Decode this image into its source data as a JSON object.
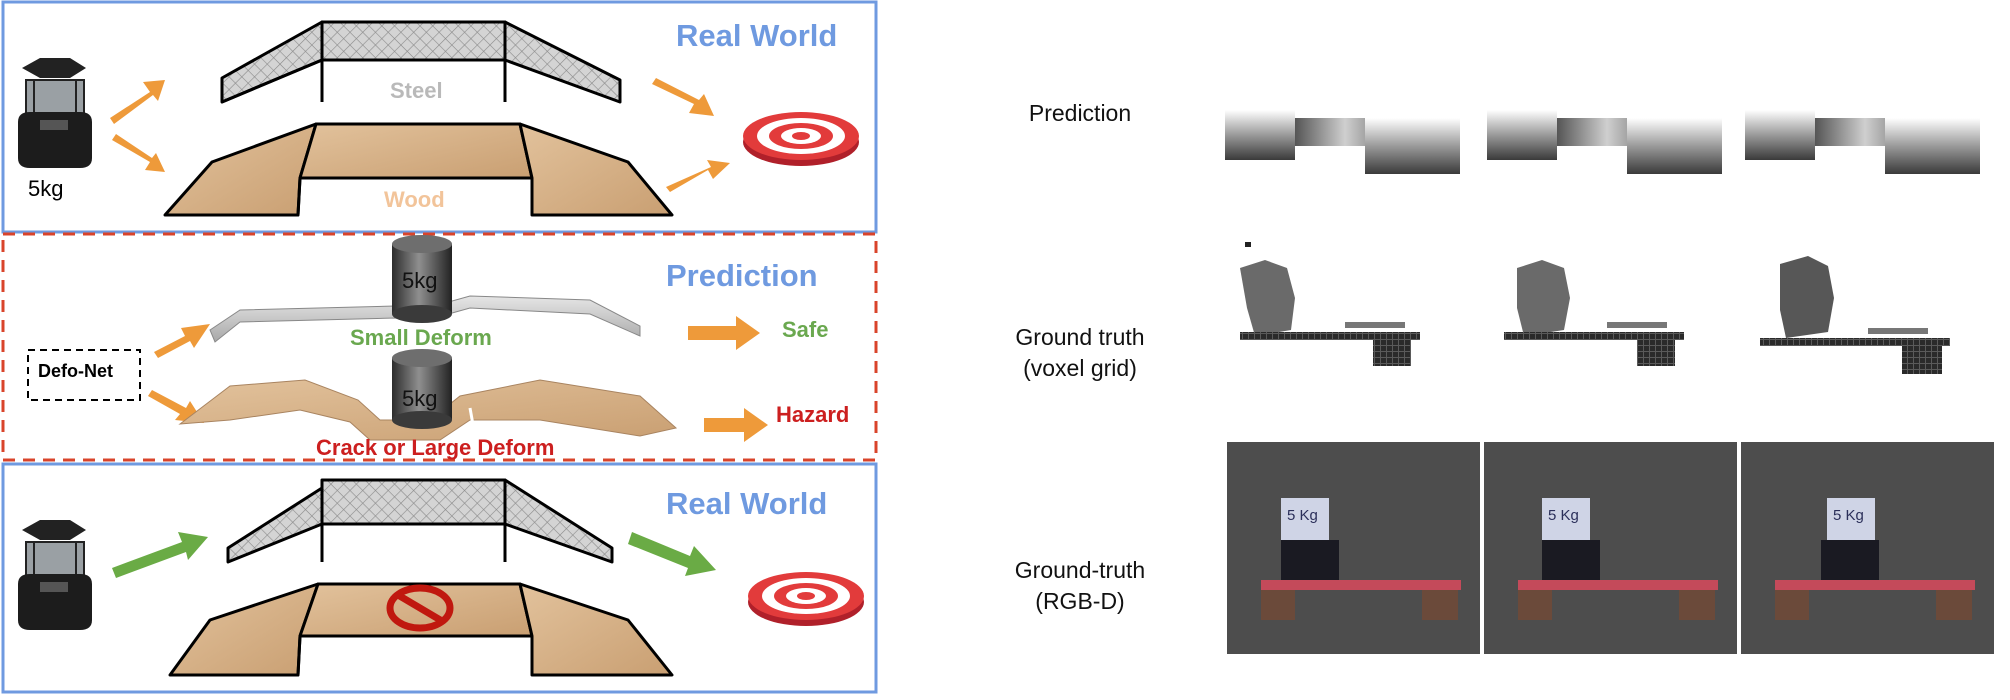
{
  "panels": {
    "top": {
      "title": "Real World",
      "robot_weight": "5kg",
      "steel_label": "Steel",
      "wood_label": "Wood"
    },
    "middle": {
      "title": "Prediction",
      "network_label": "Defo-Net",
      "weight_label_steel": "5kg",
      "weight_label_wood": "5kg",
      "steel_result": "Small Deform",
      "wood_result": "Crack or Large Deform",
      "safe_label": "Safe",
      "hazard_label": "Hazard"
    },
    "bottom": {
      "title": "Real World"
    }
  },
  "right": {
    "rows": [
      {
        "label": "Prediction"
      },
      {
        "label": "Ground  truth\n(voxel grid)"
      },
      {
        "label": "Ground-truth\n(RGB-D)"
      }
    ],
    "box_label": "5 Kg"
  },
  "colors": {
    "panel_blue": "#6f9ae0",
    "prediction_red": "#d9442b",
    "arrow_orange": "#ee9a3a",
    "arrow_green": "#6aab45",
    "safe_green": "#6aa84f",
    "hazard_red": "#cc1f1f",
    "steel_label": "#b9b9b9",
    "wood_label": "#f2c49a",
    "wood": "#d7b48c",
    "target_red": "#e23b3b"
  },
  "icons": [
    "robot-icon",
    "target-icon",
    "no-entry-icon",
    "weight-cylinder-icon",
    "arrow-icon"
  ]
}
